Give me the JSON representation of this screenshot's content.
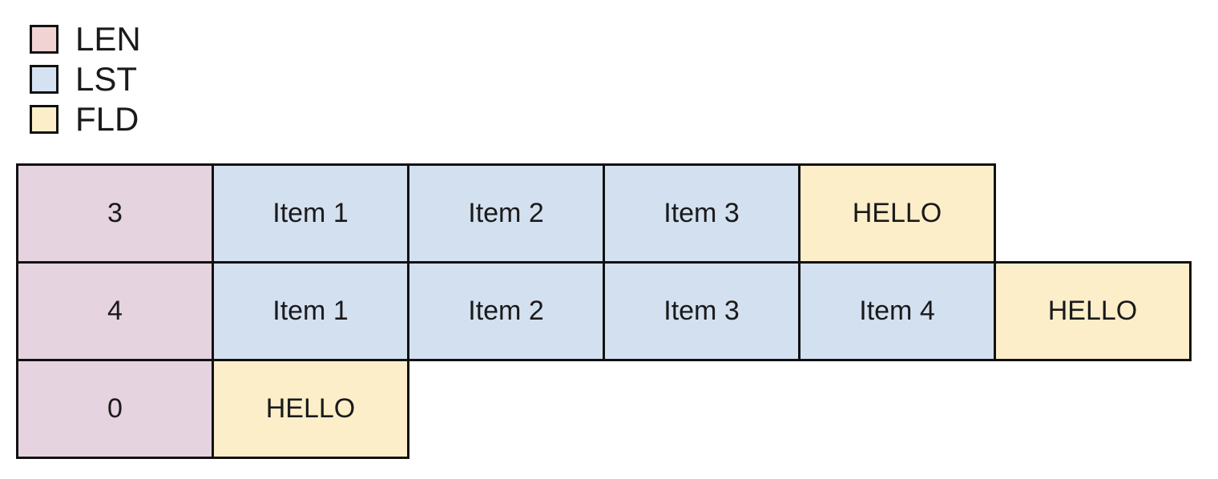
{
  "legend": {
    "items": [
      {
        "label": "LEN",
        "color": "#f2d3d3",
        "swatch_name": "legend-swatch-len"
      },
      {
        "label": "LST",
        "color": "#d5e2f2",
        "swatch_name": "legend-swatch-lst"
      },
      {
        "label": "FLD",
        "color": "#fbeec9",
        "swatch_name": "legend-swatch-fld"
      }
    ]
  },
  "palette": {
    "len": "#e6d3e0",
    "lst": "#d3e0f0",
    "fld": "#fbeec9",
    "border": "#111111",
    "text": "#1a1a1a",
    "background": "#ffffff"
  },
  "table": {
    "rows": [
      {
        "cells": [
          {
            "text": "3",
            "kind": "len"
          },
          {
            "text": "Item 1",
            "kind": "lst"
          },
          {
            "text": "Item 2",
            "kind": "lst"
          },
          {
            "text": "Item 3",
            "kind": "lst"
          },
          {
            "text": "HELLO",
            "kind": "fld"
          }
        ]
      },
      {
        "cells": [
          {
            "text": "4",
            "kind": "len"
          },
          {
            "text": "Item 1",
            "kind": "lst"
          },
          {
            "text": "Item 2",
            "kind": "lst"
          },
          {
            "text": "Item 3",
            "kind": "lst"
          },
          {
            "text": "Item 4",
            "kind": "lst"
          },
          {
            "text": "HELLO",
            "kind": "fld"
          }
        ]
      },
      {
        "cells": [
          {
            "text": "0",
            "kind": "len"
          },
          {
            "text": "HELLO",
            "kind": "fld"
          }
        ]
      }
    ]
  }
}
